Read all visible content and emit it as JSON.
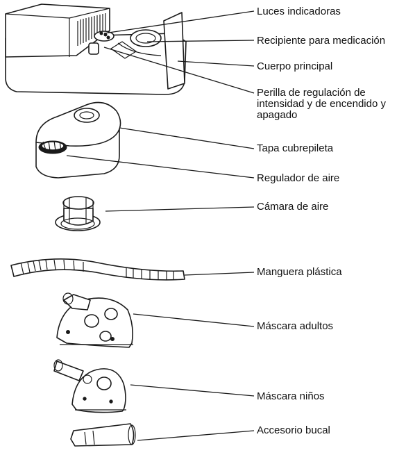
{
  "labels": {
    "indicator_lights": "Luces indicadoras",
    "medication_cup": "Recipiente para medicación",
    "main_body": "Cuerpo principal",
    "intensity_knob": "Perilla de regulación de intensidad y de encendido y apagado",
    "well_cover": "Tapa cubrepileta",
    "air_regulator": "Regulador de aire",
    "air_chamber": "Cámara de aire",
    "plastic_hose": "Manguera plástica",
    "adult_mask": "Máscara adultos",
    "child_mask": "Máscara niños",
    "mouthpiece": "Accesorio bucal"
  },
  "colors": {
    "ink": "#1a1a1a",
    "background": "#ffffff"
  }
}
